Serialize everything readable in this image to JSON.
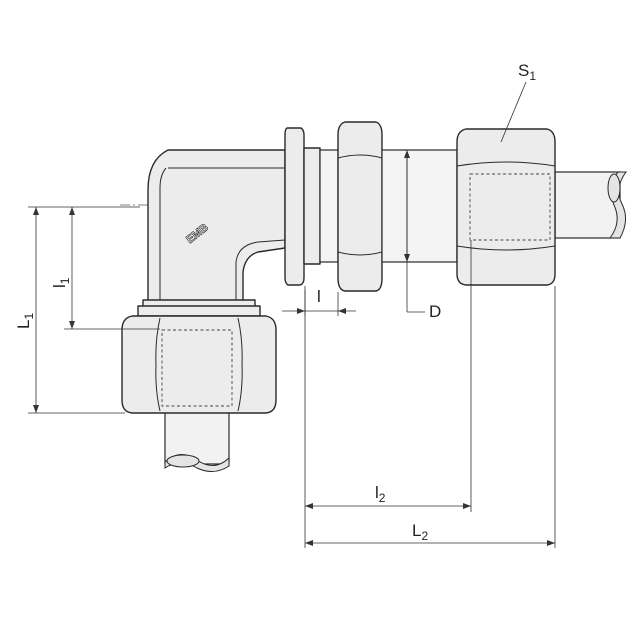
{
  "labels": {
    "S1": {
      "main": "S",
      "sub": "1"
    },
    "L1": {
      "main": "L",
      "sub": "1"
    },
    "l1": {
      "main": "l",
      "sub": "1"
    },
    "l": {
      "main": "l"
    },
    "D": {
      "main": "D"
    },
    "l2": {
      "main": "l",
      "sub": "2"
    },
    "L2": {
      "main": "L",
      "sub": "2"
    }
  },
  "logo": {
    "text": "EMB"
  },
  "colors": {
    "line": "#2a2a2a",
    "fill": "#ececec",
    "background": "#ffffff"
  }
}
